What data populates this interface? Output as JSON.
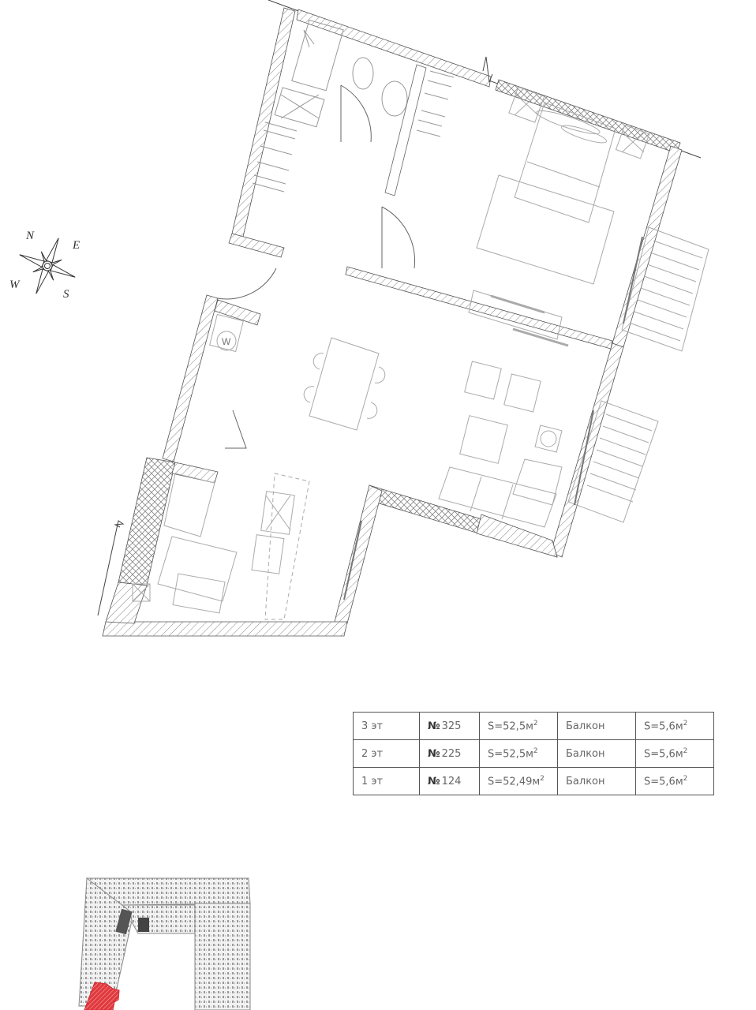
{
  "compass": {
    "north": "N",
    "east": "E",
    "south": "S",
    "west": "W"
  },
  "floor_plan": {
    "rooms_depicted": [
      "bathroom",
      "wardrobe",
      "hallway",
      "bedroom",
      "living-room",
      "kitchen",
      "laundry",
      "balcony-1",
      "balcony-2"
    ],
    "washer_label": "W",
    "line_color": "#555555",
    "furniture_color": "#aaaaaa"
  },
  "apartment_table": {
    "rows": [
      {
        "floor": "3 эт",
        "number_sign": "№",
        "number": "325",
        "area": "S=52,5м",
        "area_sup": "2",
        "balcony_label": "Балкон",
        "balcony_area": "S=5,6м",
        "balcony_sup": "2"
      },
      {
        "floor": "2 эт",
        "number_sign": "№",
        "number": "225",
        "area": "S=52,5м",
        "area_sup": "2",
        "balcony_label": "Балкон",
        "balcony_area": "S=5,6м",
        "balcony_sup": "2"
      },
      {
        "floor": "1 эт",
        "number_sign": "№",
        "number": "124",
        "area": "S=52,49м",
        "area_sup": "2",
        "balcony_label": "Балкон",
        "balcony_area": "S=5,6м",
        "balcony_sup": "2"
      }
    ]
  },
  "key_plan": {
    "highlight_color": "#e0393e",
    "building_color": "#8a8a8a"
  }
}
